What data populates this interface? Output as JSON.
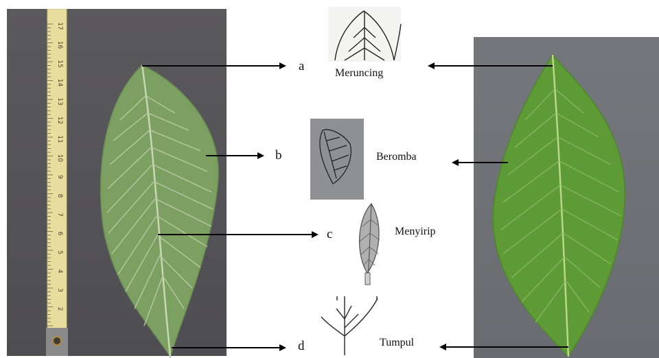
{
  "letters": {
    "a": "a",
    "b": "b",
    "c": "c",
    "d": "d"
  },
  "labels": {
    "a": "Meruncing",
    "b": "Beromba",
    "c": "Menyirip",
    "d": "Tumpul"
  },
  "ruler_marks": [
    "17",
    "16",
    "15",
    "14",
    "13",
    "12",
    "11",
    "10",
    "9",
    "8",
    "7",
    "6",
    "5",
    "4",
    "3",
    "2"
  ],
  "colors": {
    "leaf_left": "#7c9f62",
    "leaf_right": "#5e9a36",
    "background_left": "#555458",
    "background_right": "#6f7276",
    "tape": "#e8dd9c"
  }
}
